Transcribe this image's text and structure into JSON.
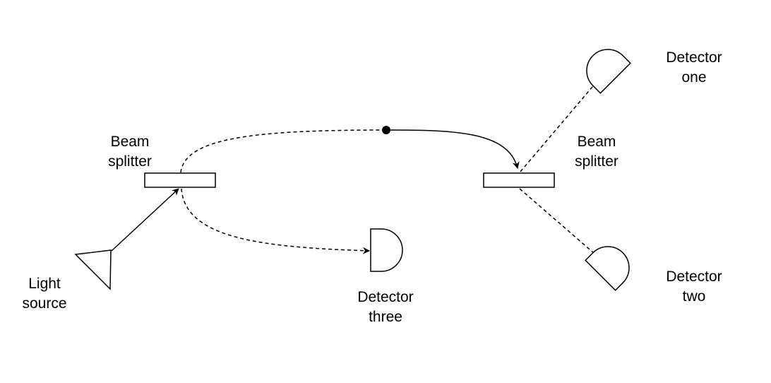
{
  "labels": {
    "beam_splitter_left": "Beam\nsplitter",
    "beam_splitter_right": "Beam\nsplitter",
    "light_source": "Light\nsource",
    "detector_three": "Detector\nthree",
    "detector_one": "Detector\none",
    "detector_two": "Detector\ntwo"
  }
}
